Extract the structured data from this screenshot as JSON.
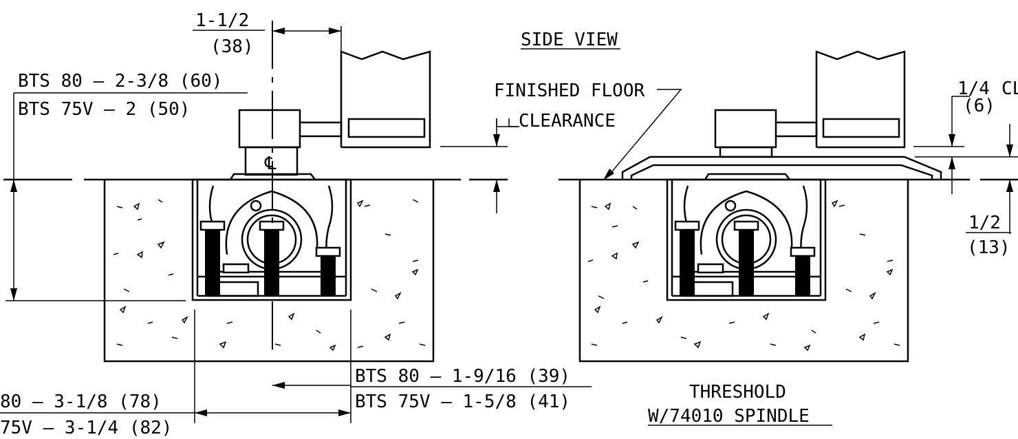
{
  "labels": {
    "side_view": "SIDE VIEW",
    "offset_frac": "1-1/2",
    "offset_mm": "(38)",
    "bts80_height": "BTS 80 – 2-3/8 (60)",
    "bts75_height": "BTS 75V – 2 (50)",
    "finished_floor": "FINISHED FLOOR",
    "clearance": "CLEARANCE",
    "quarter_frac": "1/4",
    "quarter_mm": "(6)",
    "quarter_suffix": "CL",
    "half_frac": "1/2",
    "half_mm": "(13)",
    "bts80_offset": "BTS 80 – 1-9/16 (39)",
    "bts75_offset": "BTS 75V – 1-5/8 (41)",
    "bts80_width": "80 – 3-1/8 (78)",
    "bts75_width": "75V – 3-1/4 (82)",
    "threshold_line1": "THRESHOLD",
    "threshold_line2": "W/74010 SPINDLE"
  }
}
